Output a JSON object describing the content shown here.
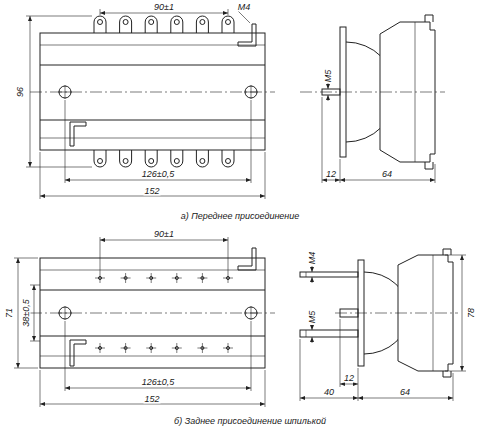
{
  "diagram": {
    "labels": [
      "90±1",
      "М4",
      "96",
      "126±0,5",
      "152",
      "М5",
      "12",
      "64",
      "а) Переднее присоединение",
      "90±1",
      "71",
      "38±0,5",
      "126±0,5",
      "152",
      "М4",
      "М5",
      "12",
      "40",
      "64",
      "78",
      "б) Заднее присоединение шпилькой"
    ]
  }
}
